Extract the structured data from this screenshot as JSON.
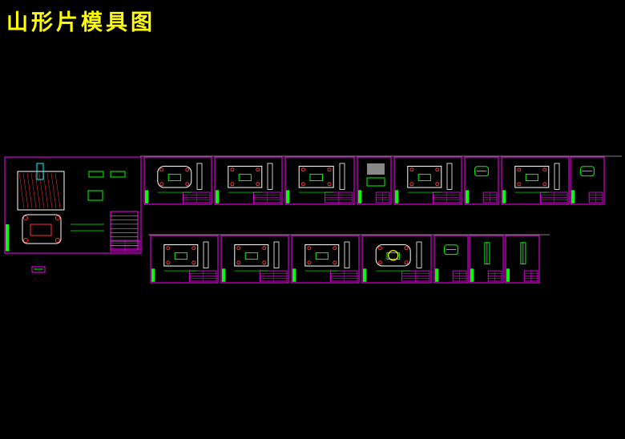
{
  "title": "山形片模具图",
  "colors": {
    "background": "#000000",
    "title": "#ffff00",
    "frame": "#ff00ff",
    "line": "#00ff00",
    "dim": "#ff3333",
    "hatch": "#ffffff",
    "detail": "#00ffff"
  },
  "sheets": [
    {
      "name": "assembly-drawing",
      "kind": "assembly"
    },
    {
      "name": "part-drawing-1",
      "kind": "circular-plate"
    },
    {
      "name": "part-drawing-2",
      "kind": "plate"
    },
    {
      "name": "part-drawing-3",
      "kind": "plate"
    },
    {
      "name": "part-drawing-4",
      "kind": "hatched"
    },
    {
      "name": "part-drawing-5",
      "kind": "plate"
    },
    {
      "name": "part-drawing-6",
      "kind": "small-part"
    },
    {
      "name": "part-drawing-7",
      "kind": "plate"
    },
    {
      "name": "part-drawing-8",
      "kind": "small-part"
    },
    {
      "name": "part-drawing-9",
      "kind": "plate"
    },
    {
      "name": "part-drawing-10",
      "kind": "plate"
    },
    {
      "name": "part-drawing-11",
      "kind": "plate"
    },
    {
      "name": "part-drawing-12",
      "kind": "round-plate"
    },
    {
      "name": "part-drawing-13",
      "kind": "slot-part"
    },
    {
      "name": "part-drawing-14",
      "kind": "bar"
    },
    {
      "name": "part-drawing-15",
      "kind": "bar"
    }
  ]
}
